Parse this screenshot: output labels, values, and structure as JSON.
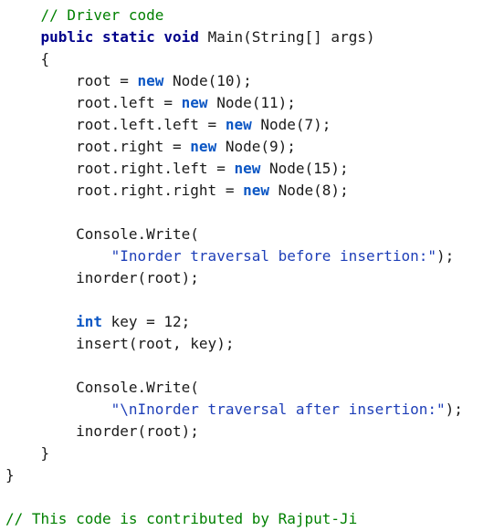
{
  "lines": [
    {
      "parts": [
        {
          "t": "    "
        },
        {
          "t": "// Driver code",
          "c": "comment"
        }
      ]
    },
    {
      "parts": [
        {
          "t": "    "
        },
        {
          "t": "public",
          "c": "kw"
        },
        {
          "t": " "
        },
        {
          "t": "static",
          "c": "kw"
        },
        {
          "t": " "
        },
        {
          "t": "void",
          "c": "kw"
        },
        {
          "t": " Main(String[] args)"
        }
      ]
    },
    {
      "parts": [
        {
          "t": "    {"
        }
      ]
    },
    {
      "parts": [
        {
          "t": "        root = "
        },
        {
          "t": "new",
          "c": "kw2"
        },
        {
          "t": " Node(10);"
        }
      ]
    },
    {
      "parts": [
        {
          "t": "        root.left = "
        },
        {
          "t": "new",
          "c": "kw2"
        },
        {
          "t": " Node(11);"
        }
      ]
    },
    {
      "parts": [
        {
          "t": "        root.left.left = "
        },
        {
          "t": "new",
          "c": "kw2"
        },
        {
          "t": " Node(7);"
        }
      ]
    },
    {
      "parts": [
        {
          "t": "        root.right = "
        },
        {
          "t": "new",
          "c": "kw2"
        },
        {
          "t": " Node(9);"
        }
      ]
    },
    {
      "parts": [
        {
          "t": "        root.right.left = "
        },
        {
          "t": "new",
          "c": "kw2"
        },
        {
          "t": " Node(15);"
        }
      ]
    },
    {
      "parts": [
        {
          "t": "        root.right.right = "
        },
        {
          "t": "new",
          "c": "kw2"
        },
        {
          "t": " Node(8);"
        }
      ]
    },
    {
      "parts": [
        {
          "t": ""
        }
      ]
    },
    {
      "parts": [
        {
          "t": "        Console.Write("
        }
      ]
    },
    {
      "parts": [
        {
          "t": "            "
        },
        {
          "t": "\"Inorder traversal before insertion:\"",
          "c": "str"
        },
        {
          "t": ");"
        }
      ]
    },
    {
      "parts": [
        {
          "t": "        inorder(root);"
        }
      ]
    },
    {
      "parts": [
        {
          "t": ""
        }
      ]
    },
    {
      "parts": [
        {
          "t": "        "
        },
        {
          "t": "int",
          "c": "kw2"
        },
        {
          "t": " key = 12;"
        }
      ]
    },
    {
      "parts": [
        {
          "t": "        insert(root, key);"
        }
      ]
    },
    {
      "parts": [
        {
          "t": ""
        }
      ]
    },
    {
      "parts": [
        {
          "t": "        Console.Write("
        }
      ]
    },
    {
      "parts": [
        {
          "t": "            "
        },
        {
          "t": "\"\\nInorder traversal after insertion:\"",
          "c": "str"
        },
        {
          "t": ");"
        }
      ]
    },
    {
      "parts": [
        {
          "t": "        inorder(root);"
        }
      ]
    },
    {
      "parts": [
        {
          "t": "    }"
        }
      ]
    },
    {
      "parts": [
        {
          "t": "}"
        }
      ]
    },
    {
      "parts": [
        {
          "t": ""
        }
      ]
    },
    {
      "parts": [
        {
          "t": "// This code is contributed by Rajput-Ji",
          "c": "comment"
        }
      ]
    }
  ]
}
